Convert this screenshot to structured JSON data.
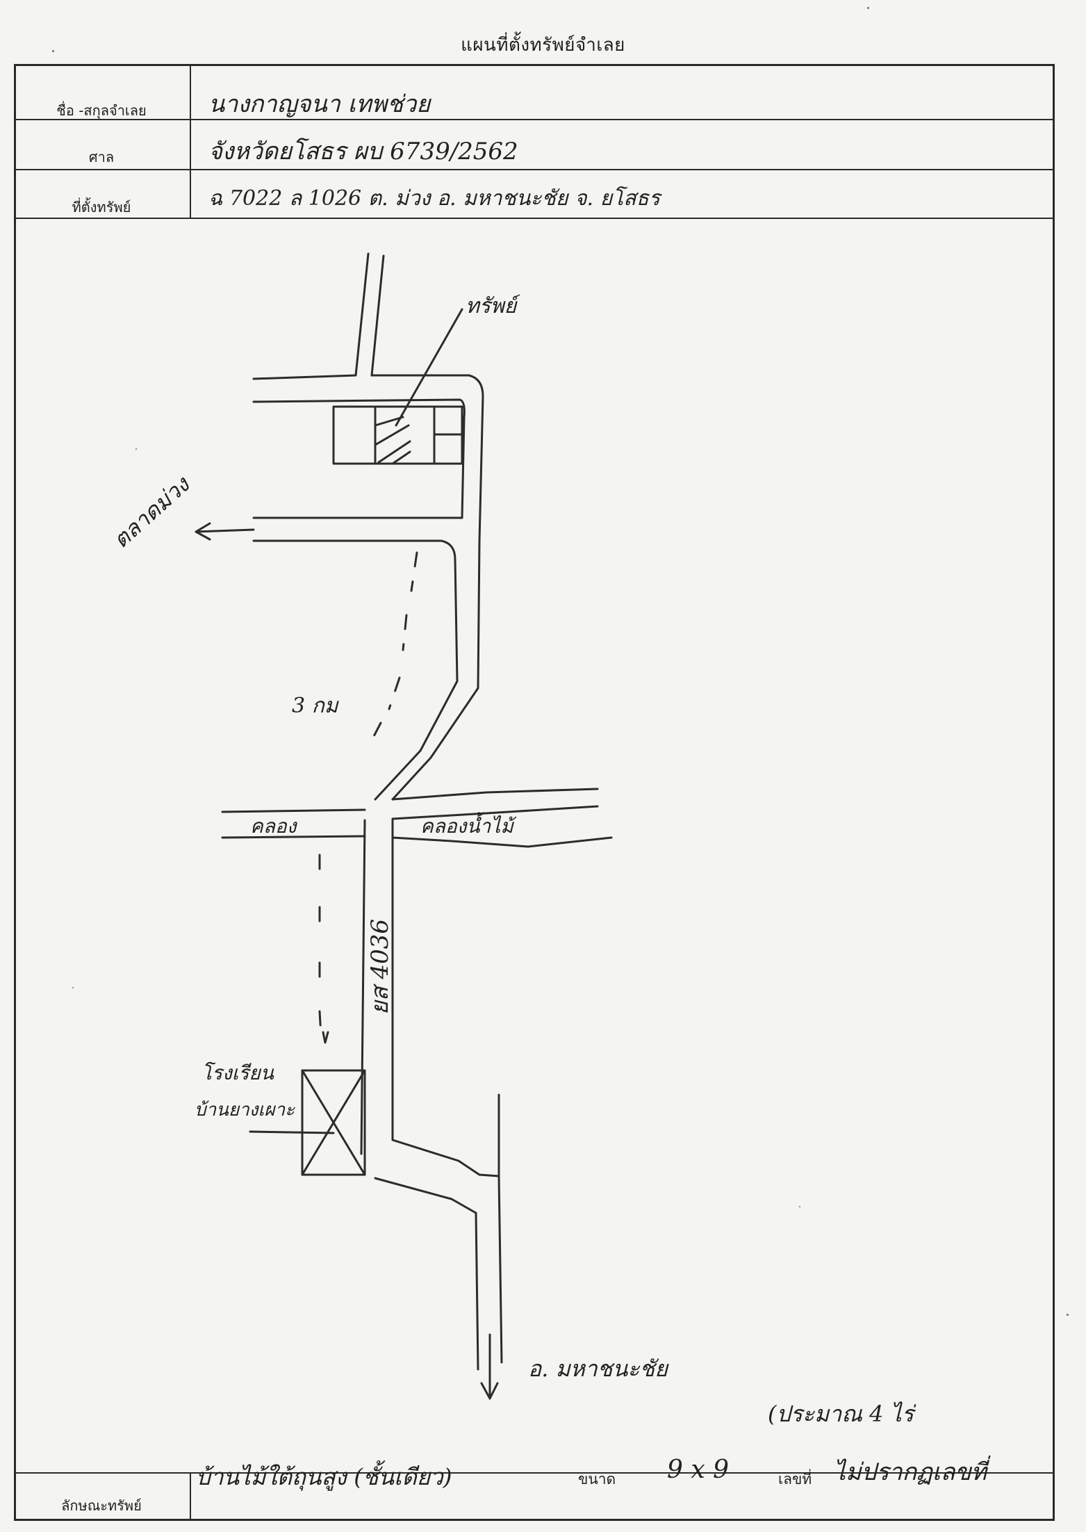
{
  "document": {
    "title": "แผนที่ตั้งทรัพย์จำเลย"
  },
  "form": {
    "defendant_label": "ชื่อ -สกุลจำเลย",
    "defendant_value": "นางกาญจนา เทพช่วย",
    "court_label": "ศาล",
    "court_value": "จังหวัดยโสธร ผบ 6739/2562",
    "location_label": "ที่ตั้งทรัพย์",
    "location_value": "ฉ 7022 ล 1026 ต. ม่วง อ. มหาชนะชัย จ. ยโสธร",
    "property_label": "ลักษณะทรัพย์",
    "property_value": "บ้านไม้ใต้ถุนสูง (ชั้นเดียว)",
    "size_label": "ขนาด",
    "size_value": "9 x 9",
    "number_label": "เลขที่",
    "number_value": "ไม่ปรากฏเลขที่"
  },
  "sketch": {
    "property_marker": "ทรัพย์",
    "to_muang": "ตลาดม่วง",
    "distance": "3 กม",
    "canal_left": "คลอง",
    "canal_right": "คลองน้ำไม้",
    "road_number": "ยส 4036",
    "school_line1": "โรงเรียน",
    "school_line2": "บ้านยางเผาะ",
    "to_district": "อ. มหาชนะชัย",
    "signature_note": "(ประมาณ 4 ไร่"
  }
}
